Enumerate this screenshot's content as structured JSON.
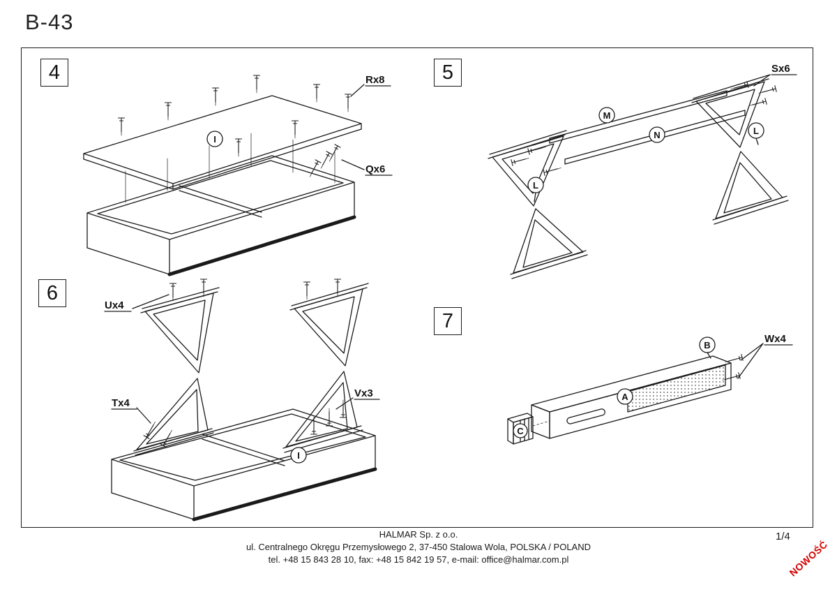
{
  "doc": {
    "title": "B-43",
    "page_number": "1/4",
    "new_badge": "NOWOŚĆ"
  },
  "steps": {
    "s4": {
      "number": "4",
      "rx8": "Rx8",
      "qx6": "Qx6",
      "part_i": "I"
    },
    "s5": {
      "number": "5",
      "sx6": "Sx6",
      "m": "M",
      "n": "N",
      "l": "L"
    },
    "s6": {
      "number": "6",
      "ux4": "Ux4",
      "tx4": "Tx4",
      "vx3": "Vx3",
      "part_i": "I"
    },
    "s7": {
      "number": "7",
      "wx4": "Wx4",
      "a": "A",
      "b": "B",
      "c": "C"
    }
  },
  "footer": {
    "company": "HALMAR Sp. z o.o.",
    "address": "ul. Centralnego Okręgu Przemysłowego 2, 37-450 Stalowa Wola, POLSKA / POLAND",
    "contact": "tel. +48 15 843 28 10, fax: +48 15 842 19 57, e-mail: office@halmar.com.pl"
  },
  "colors": {
    "line": "#1a1a1a",
    "badge_red": "#d40000"
  }
}
